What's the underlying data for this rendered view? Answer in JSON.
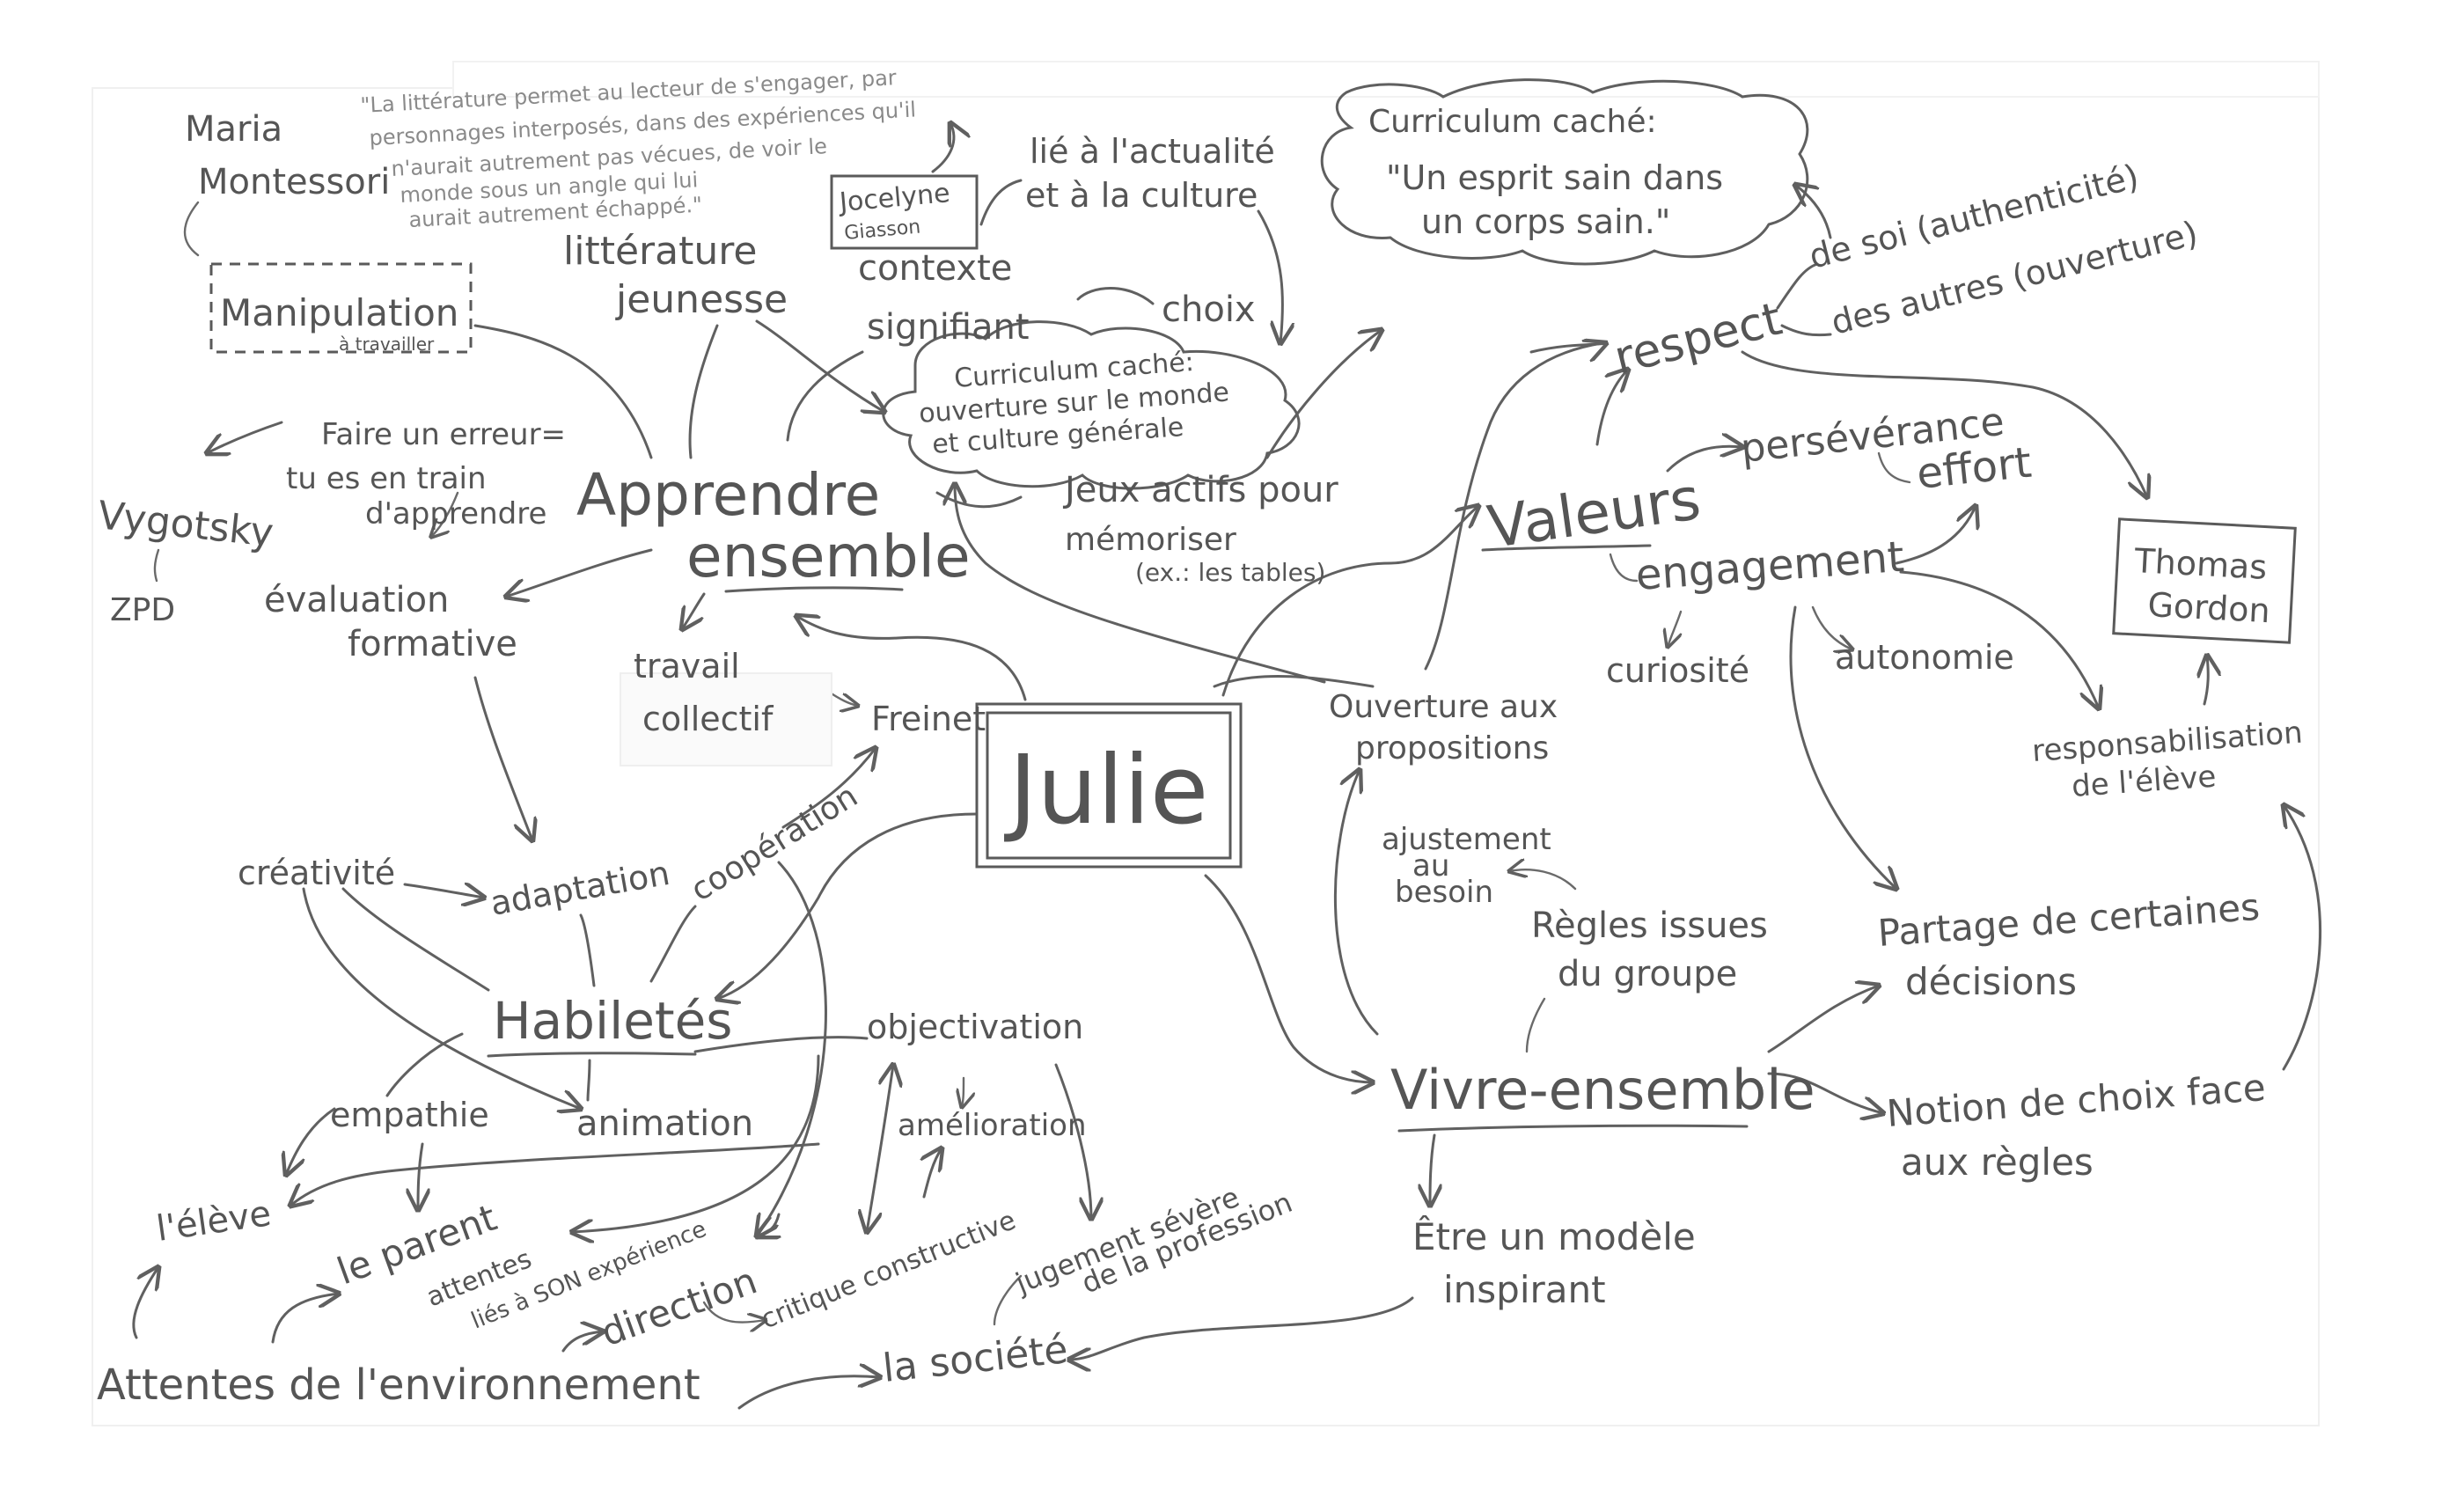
{
  "title": "Julie",
  "colors": {
    "ink": "#555555",
    "paper": "#ffffff",
    "background": "#ffffff"
  },
  "nodes": {
    "julie": "Julie",
    "apprendre_1": "Apprendre",
    "apprendre_2": "ensemble",
    "vivre_ensemble": "Vivre-ensemble",
    "habiletes": "Habiletés",
    "valeurs": "Valeurs",
    "maria_1": "Maria",
    "maria_2": "Montessori",
    "manipulation_1": "Manipulation",
    "manipulation_2": "à travailler",
    "quote_lines": [
      "\"La littérature permet au lecteur de s'engager, par",
      "personnages interposés, dans des expériences qu'il",
      "n'aurait autrement pas vécues, de voir le",
      "monde sous un angle qui lui",
      "aurait autrement échappé.\""
    ],
    "jocelyne_1": "Jocelyne",
    "jocelyne_2": "Giasson",
    "litterature_1": "littérature",
    "litterature_2": "jeunesse",
    "lie_1": "lié à l'actualité",
    "lie_2": "et à la culture",
    "contexte_1": "contexte",
    "contexte_2": "signifiant",
    "choix": "choix",
    "cc1_1": "Curriculum caché:",
    "cc1_2": "ouverture sur le monde",
    "cc1_3": "et culture générale",
    "cc2_1": "Curriculum caché:",
    "cc2_2": "\"Un esprit sain dans",
    "cc2_3": "un corps sain.\"",
    "jeux_1": "Jeux actifs pour",
    "jeux_2": "mémoriser",
    "jeux_3": "(ex.: les tables)",
    "faire_1": "Faire un erreur=",
    "faire_2": "tu es en train",
    "faire_3": "d'apprendre",
    "vygotsky": "Vygotsky",
    "zpd": "ZPD",
    "evaluation_1": "évaluation",
    "evaluation_2": "formative",
    "travail_1": "travail",
    "travail_2": "collectif",
    "freinet": "Freinet",
    "cooperation": "coopération",
    "creativite": "créativité",
    "adaptation": "adaptation",
    "empathie": "empathie",
    "animation": "animation",
    "objectivation": "objectivation",
    "amelioration": "amélioration",
    "critique": "critique constructive",
    "jugement_1": "jugement sévère",
    "jugement_2": "de la profession",
    "eleve": "l'élève",
    "parent": "le parent",
    "attentes_1": "attentes",
    "attentes_2": "liés à SON expérience",
    "direction": "direction",
    "attentes_env": "Attentes de l'environnement",
    "societe": "la société",
    "ouverture_1": "Ouverture aux",
    "ouverture_2": "propositions",
    "ajustement_1": "ajustement",
    "ajustement_2": "au",
    "ajustement_3": "besoin",
    "regles_1": "Règles issues",
    "regles_2": "du groupe",
    "etre_1": "Être un modèle",
    "etre_2": "inspirant",
    "respect": "respect",
    "de_soi": "de soi (authenticité)",
    "des_autres": "des autres (ouverture)",
    "perseverance": "persévérance",
    "effort": "effort",
    "engagement": "engagement",
    "curiosite": "curiosité",
    "autonomie": "autonomie",
    "thomas_1": "Thomas",
    "thomas_2": "Gordon",
    "responsab_1": "responsabilisation",
    "responsab_2": "de l'élève",
    "partage_1": "Partage de certaines",
    "partage_2": "décisions",
    "notion_1": "Notion de choix face",
    "notion_2": "aux règles"
  }
}
